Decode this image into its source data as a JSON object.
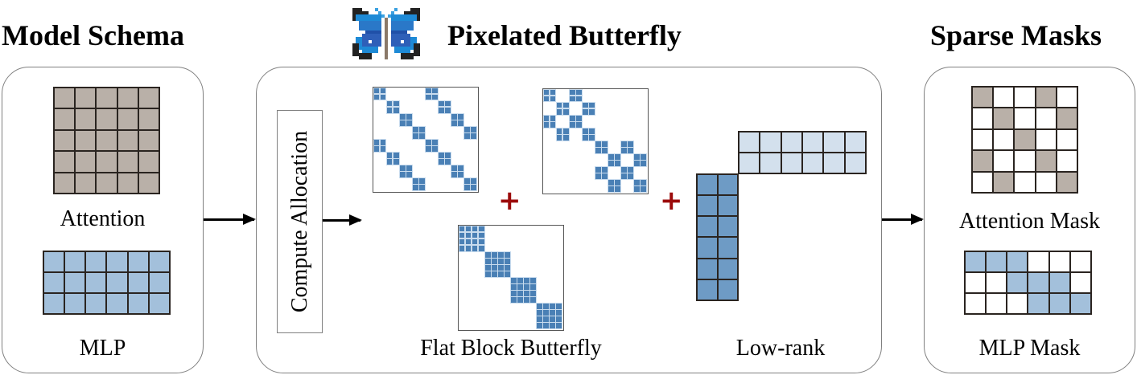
{
  "titles": {
    "model_schema": "Model Schema",
    "pixelated_butterfly": "Pixelated Butterfly",
    "sparse_masks": "Sparse Masks"
  },
  "icons": {
    "butterfly": "pixel-butterfly-icon"
  },
  "model_schema": {
    "attention_label": "Attention",
    "mlp_label": "MLP",
    "attention_grid": {
      "rows": 5,
      "cols": 5,
      "color": "#b9b0a8"
    },
    "mlp_grid": {
      "rows": 3,
      "cols": 6,
      "color": "#a3c0db"
    }
  },
  "butterfly": {
    "compute_allocation_label": "Compute Allocation",
    "flat_block_butterfly_label": "Flat Block Butterfly",
    "low_rank_label": "Low-rank",
    "plus_symbol": "+",
    "block_color": "#4a80b5",
    "matrix_1_blocks": [
      [
        0,
        0
      ],
      [
        0,
        4
      ],
      [
        1,
        1
      ],
      [
        1,
        5
      ],
      [
        2,
        2
      ],
      [
        2,
        6
      ],
      [
        3,
        3
      ],
      [
        3,
        7
      ],
      [
        4,
        0
      ],
      [
        4,
        4
      ],
      [
        5,
        1
      ],
      [
        5,
        5
      ],
      [
        6,
        2
      ],
      [
        6,
        6
      ],
      [
        7,
        3
      ],
      [
        7,
        7
      ]
    ],
    "matrix_2_blocks": [
      [
        0,
        0
      ],
      [
        0,
        2
      ],
      [
        1,
        1
      ],
      [
        1,
        3
      ],
      [
        2,
        0
      ],
      [
        2,
        2
      ],
      [
        3,
        1
      ],
      [
        3,
        3
      ],
      [
        4,
        4
      ],
      [
        4,
        6
      ],
      [
        5,
        5
      ],
      [
        5,
        7
      ],
      [
        6,
        4
      ],
      [
        6,
        6
      ],
      [
        7,
        5
      ],
      [
        7,
        7
      ]
    ],
    "matrix_3_blocks": [
      [
        0,
        0
      ],
      [
        1,
        1
      ],
      [
        2,
        2
      ],
      [
        3,
        3
      ]
    ],
    "low_rank_top": {
      "rows": 2,
      "cols": 6,
      "color": "#d3e0ed"
    },
    "low_rank_left": {
      "rows": 6,
      "cols": 2,
      "color": "#6e9bc5"
    }
  },
  "sparse_masks": {
    "attention_mask_label": "Attention Mask",
    "mlp_mask_label": "MLP Mask",
    "attention_mask": [
      [
        1,
        0,
        0,
        1,
        0
      ],
      [
        0,
        1,
        0,
        0,
        1
      ],
      [
        0,
        0,
        1,
        0,
        0
      ],
      [
        1,
        0,
        0,
        1,
        0
      ],
      [
        0,
        1,
        0,
        0,
        1
      ]
    ],
    "attention_fill": "#b9b0a8",
    "mlp_mask": [
      [
        1,
        1,
        1,
        0,
        0,
        0
      ],
      [
        0,
        0,
        1,
        1,
        1,
        0
      ],
      [
        0,
        0,
        0,
        1,
        1,
        1
      ]
    ],
    "mlp_fill": "#a3c0db"
  }
}
